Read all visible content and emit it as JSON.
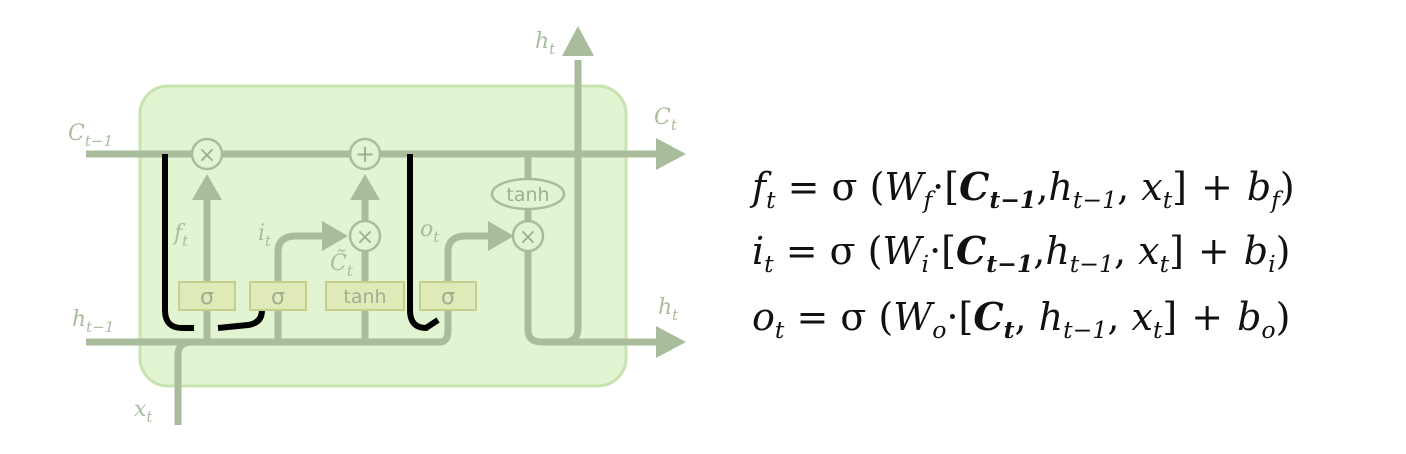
{
  "diagram": {
    "labels": {
      "h_t_top": "h",
      "h_t_top_sub": "t",
      "c_prev": "C",
      "c_prev_sub": "t−1",
      "c_t": "C",
      "c_t_sub": "t",
      "h_prev": "h",
      "h_prev_sub": "t−1",
      "h_t_right": "h",
      "h_t_right_sub": "t",
      "x_t": "x",
      "x_t_sub": "t",
      "f_t": "f",
      "f_t_sub": "t",
      "i_t": "i",
      "i_t_sub": "t",
      "o_t": "o",
      "o_t_sub": "t",
      "c_tilde": "C̃",
      "c_tilde_sub": "t"
    },
    "gates": {
      "sigma1": "σ",
      "sigma2": "σ",
      "tanh_gate": "tanh",
      "sigma3": "σ",
      "tanh_ellipse": "tanh"
    },
    "ops": {
      "mult1": "×",
      "plus": "+",
      "mult2": "×",
      "mult3": "×"
    },
    "colors": {
      "cell_fill": "#e3f4d3",
      "cell_border": "#c7e3b0",
      "line": "#a9bd9c",
      "peephole": "#000000"
    }
  },
  "equations": [
    {
      "lhs": "f",
      "lhs_sub": "t",
      "eq": " = σ (",
      "w": "W",
      "w_sub": "f",
      "dot": "·[",
      "c": "C",
      "c_sub": "t−1",
      "rest1": ",",
      "h": "h",
      "h_sub": "t−1",
      "rest2": ", ",
      "x": "x",
      "x_sub": "t",
      "close": "]",
      "plus": "+",
      "b": "b",
      "b_sub": "f",
      "end": ")"
    },
    {
      "lhs": "i",
      "lhs_sub": "t",
      "eq": " = σ (",
      "w": "W",
      "w_sub": "i",
      "dot": "·[",
      "c": "C",
      "c_sub": "t−1",
      "rest1": ",",
      "h": "h",
      "h_sub": "t−1",
      "rest2": ", ",
      "x": "x",
      "x_sub": "t",
      "close": "]",
      "plus": "+",
      "b": "b",
      "b_sub": "i",
      "end": ")"
    },
    {
      "lhs": "o",
      "lhs_sub": "t",
      "eq": " = σ (",
      "w": "W",
      "w_sub": "o",
      "dot": "·[",
      "c": "C",
      "c_sub": "t",
      "rest1": ", ",
      "h": "h",
      "h_sub": "t−1",
      "rest2": ", ",
      "x": "x",
      "x_sub": "t",
      "close": "]",
      "plus": "+",
      "b": "b",
      "b_sub": "o",
      "end": ")"
    }
  ]
}
